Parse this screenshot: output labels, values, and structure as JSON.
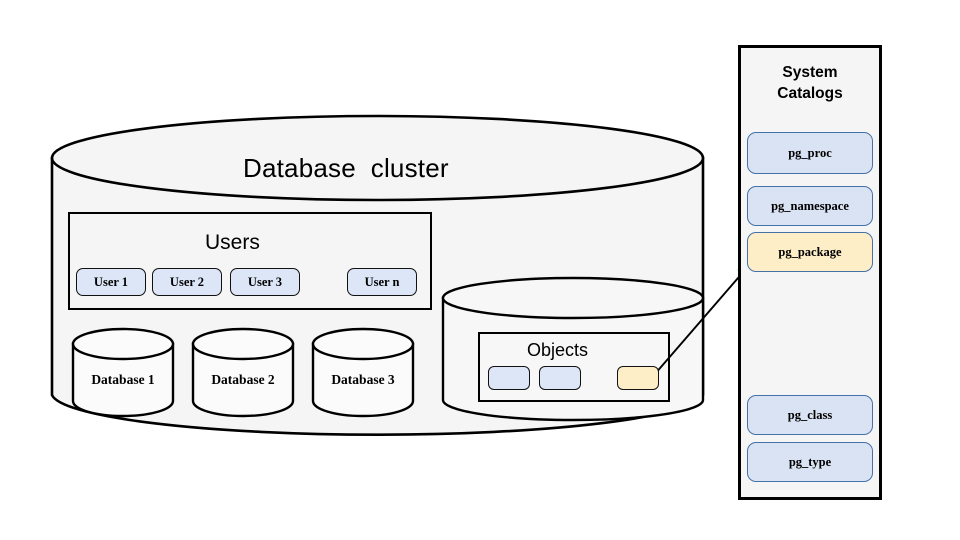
{
  "diagram": {
    "title": "Database  cluster",
    "cluster": {
      "label": "Database  cluster",
      "users_group": {
        "label": "Users",
        "users": [
          {
            "label": "User 1"
          },
          {
            "label": "User 2"
          },
          {
            "label": "User 3"
          },
          {
            "label": "User n"
          }
        ]
      },
      "databases": [
        {
          "label": "Database 1"
        },
        {
          "label": "Database 2"
        },
        {
          "label": "Database 3"
        }
      ],
      "objects_group": {
        "label": "Objects",
        "objects": [
          {
            "label": "",
            "kind": "blue"
          },
          {
            "label": "",
            "kind": "blue"
          },
          {
            "label": "",
            "kind": "yellow"
          }
        ]
      }
    },
    "system_catalogs": {
      "title_line1": "System",
      "title_line2": "Catalogs",
      "entries": [
        {
          "label": "pg_proc",
          "kind": "blue"
        },
        {
          "label": "pg_namespace",
          "kind": "blue"
        },
        {
          "label": "pg_package",
          "kind": "yellow"
        },
        {
          "label": "pg_class",
          "kind": "blue"
        },
        {
          "label": "pg_type",
          "kind": "blue"
        }
      ]
    },
    "connector": {
      "from": "objects-chip-yellow",
      "to": "catalog-pg_package"
    }
  },
  "colors": {
    "chip_blue_fill": "#dae3f3",
    "chip_blue_border": "#4472a8",
    "chip_yellow_fill": "#fdeec8",
    "cylinder_fill": "#f5f5f5",
    "outline": "#000000",
    "panel_fill": "#f5f5f5"
  }
}
